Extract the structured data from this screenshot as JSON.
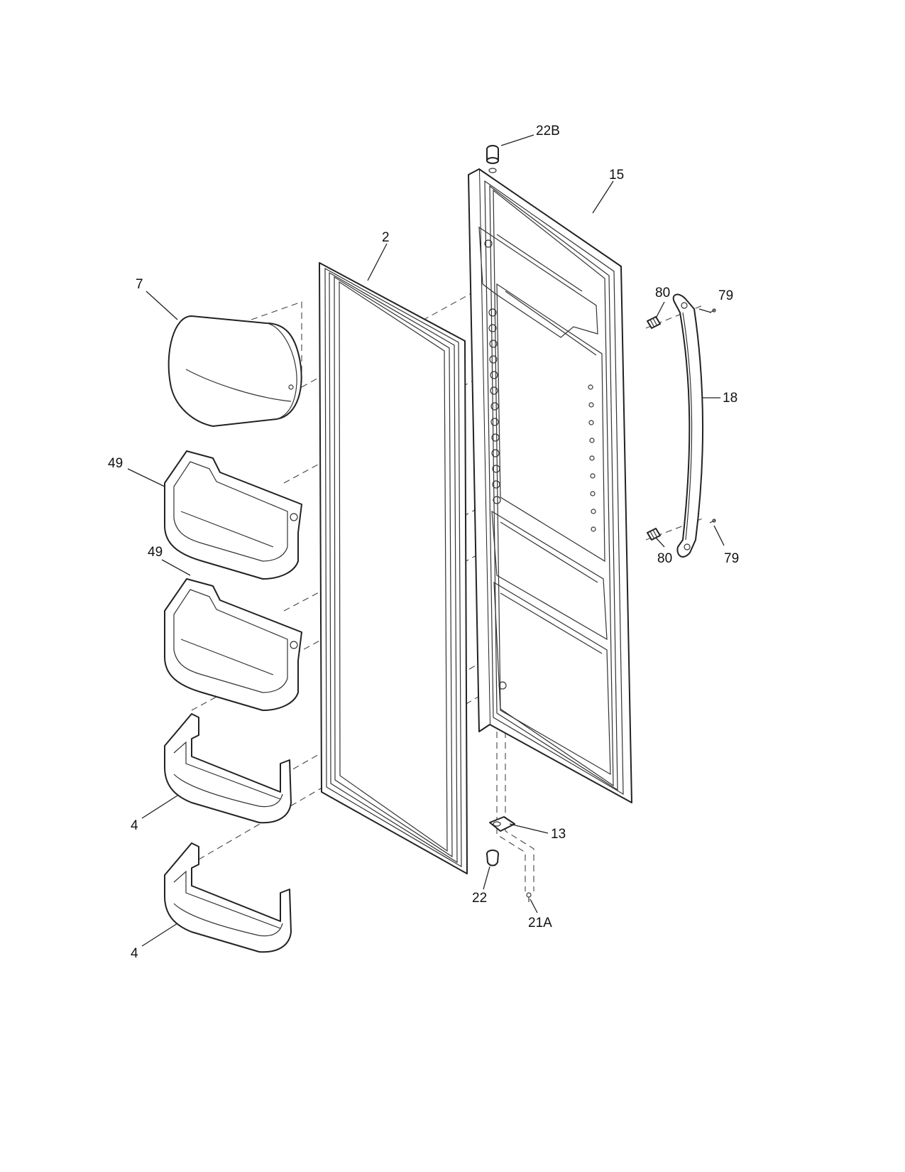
{
  "diagram": {
    "callouts": {
      "door_liner": "15",
      "gasket": "2",
      "dairy_bin": "7",
      "bin_upper": "49",
      "bin_middle": "49",
      "bin_lower_1": "4",
      "bin_lower_2": "4",
      "handle": "18",
      "screw_top": "79",
      "screw_bottom": "79",
      "bushing_top": "80",
      "bushing_bottom": "80",
      "hinge_plug_top": "22B",
      "hinge_bracket": "13",
      "hinge_bushing_bottom": "22",
      "hinge_screw": "21A"
    }
  }
}
